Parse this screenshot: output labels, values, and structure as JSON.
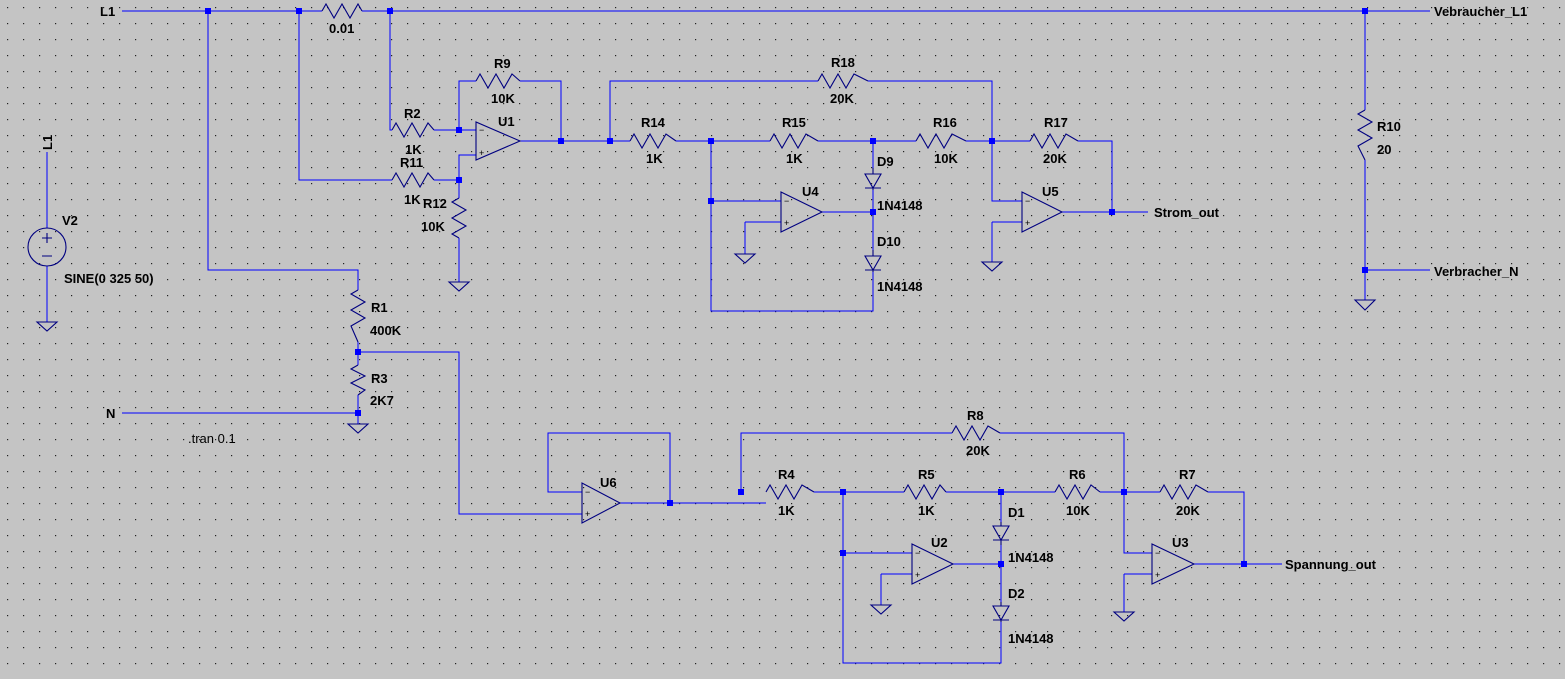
{
  "colors": {
    "background": "#c4c4c4",
    "grid_dot": "#222222",
    "wire": "#0000ff",
    "component": "#000080",
    "text": "#000000"
  },
  "nets": {
    "L1": "L1",
    "N": "N",
    "Vebraucher_L1": "Vebraucher_L1",
    "Verbracher_N": "Verbracher_N",
    "Strom_out": "Strom_out",
    "Spannung_out": "Spannung_out"
  },
  "directive": ".tran 0.1",
  "source": {
    "name": "V2",
    "net_label": "L1",
    "value": "SINE(0 325 50)"
  },
  "resistors": {
    "Rs": {
      "name": "",
      "value": "0.01"
    },
    "R1": {
      "name": "R1",
      "value": "400K"
    },
    "R2": {
      "name": "R2",
      "value": "1K"
    },
    "R3": {
      "name": "R3",
      "value": "2K7"
    },
    "R4": {
      "name": "R4",
      "value": "1K"
    },
    "R5": {
      "name": "R5",
      "value": "1K"
    },
    "R6": {
      "name": "R6",
      "value": "10K"
    },
    "R7": {
      "name": "R7",
      "value": "20K"
    },
    "R8": {
      "name": "R8",
      "value": "20K"
    },
    "R9": {
      "name": "R9",
      "value": "10K"
    },
    "R10": {
      "name": "R10",
      "value": "20"
    },
    "R11": {
      "name": "R11",
      "value": "1K"
    },
    "R12": {
      "name": "R12",
      "value": "10K"
    },
    "R14": {
      "name": "R14",
      "value": "1K"
    },
    "R15": {
      "name": "R15",
      "value": "1K"
    },
    "R16": {
      "name": "R16",
      "value": "10K"
    },
    "R17": {
      "name": "R17",
      "value": "20K"
    },
    "R18": {
      "name": "R18",
      "value": "20K"
    }
  },
  "opamps": {
    "U1": "U1",
    "U2": "U2",
    "U3": "U3",
    "U4": "U4",
    "U5": "U5",
    "U6": "U6"
  },
  "diodes": {
    "D1": {
      "name": "D1",
      "value": "1N4148"
    },
    "D2": {
      "name": "D2",
      "value": "1N4148"
    },
    "D9": {
      "name": "D9",
      "value": "1N4148"
    },
    "D10": {
      "name": "D10",
      "value": "1N4148"
    }
  }
}
